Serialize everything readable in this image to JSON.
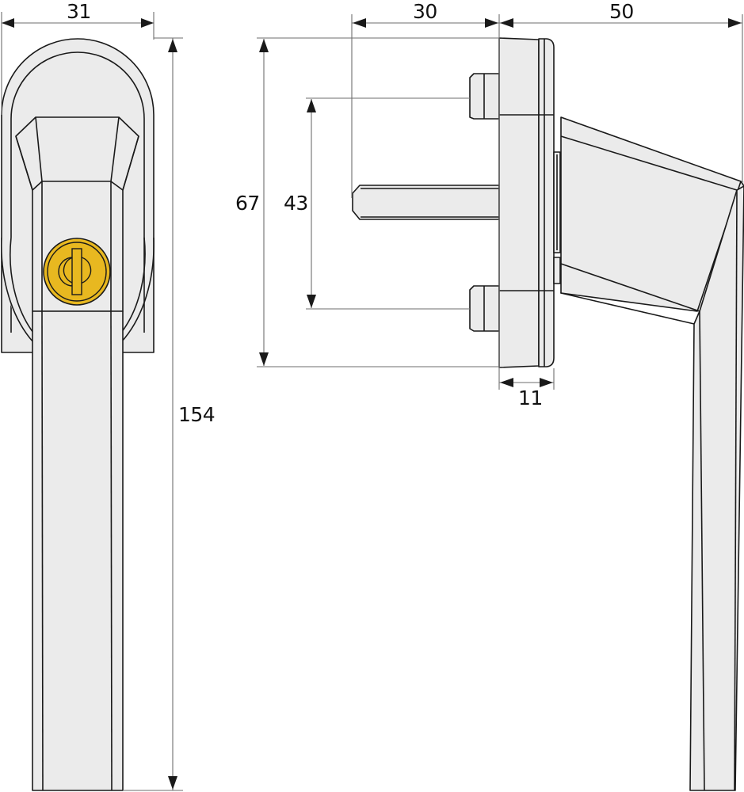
{
  "drawing": {
    "subject": "Lockable window handle — front and side view",
    "colors": {
      "body_fill": "#ebebeb",
      "outline": "#1a1a1a",
      "dimension_line": "#6e6e6e",
      "lock_cylinder": "#e8b820"
    },
    "dimensions": {
      "front_width": "31",
      "total_height": "154",
      "spindle_length": "30",
      "projection": "50",
      "rose_height": "67",
      "screw_spacing": "43",
      "rose_depth": "11"
    }
  }
}
